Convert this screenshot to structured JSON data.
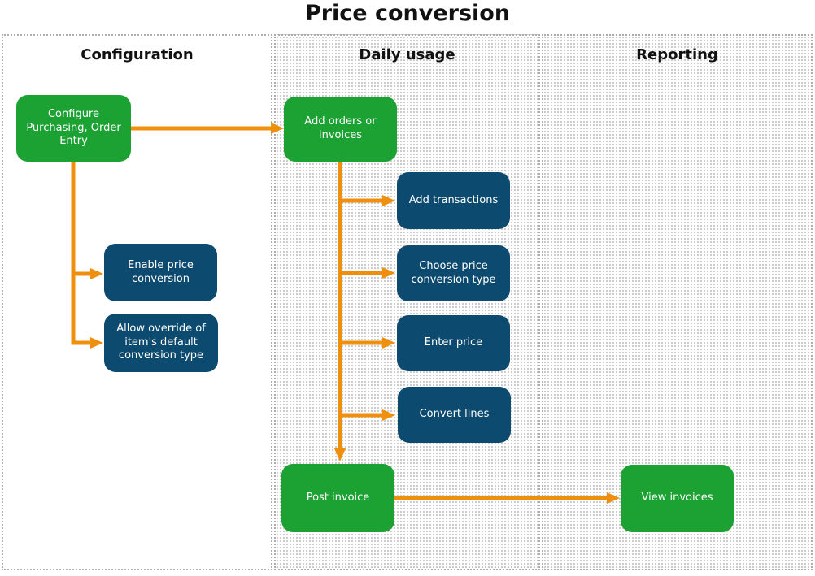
{
  "title": "Price conversion",
  "colors": {
    "green": "#1CA233",
    "navy": "#0D4A6F",
    "orange": "#EE8F0E",
    "lane_border": "#ADADAD",
    "title_text": "#111111",
    "node_text": "#FFFFFF"
  },
  "lanes": [
    {
      "id": "configuration",
      "label": "Configuration"
    },
    {
      "id": "daily-usage",
      "label": "Daily usage"
    },
    {
      "id": "reporting",
      "label": "Reporting"
    }
  ],
  "nodes": [
    {
      "id": "configure-purchasing-order-entry",
      "label": "Configure Purchasing, Order Entry",
      "color": "green",
      "lane": "configuration"
    },
    {
      "id": "enable-price-conversion",
      "label": "Enable price conversion",
      "color": "navy",
      "lane": "configuration"
    },
    {
      "id": "allow-override-default-conversion-type",
      "label": "Allow override of item's default conversion type",
      "color": "navy",
      "lane": "configuration"
    },
    {
      "id": "add-orders-or-invoices",
      "label": "Add orders or invoices",
      "color": "green",
      "lane": "daily-usage"
    },
    {
      "id": "add-transactions",
      "label": "Add transactions",
      "color": "navy",
      "lane": "daily-usage"
    },
    {
      "id": "choose-price-conversion-type",
      "label": "Choose price conversion type",
      "color": "navy",
      "lane": "daily-usage"
    },
    {
      "id": "enter-price",
      "label": "Enter price",
      "color": "navy",
      "lane": "daily-usage"
    },
    {
      "id": "convert-lines",
      "label": "Convert lines",
      "color": "navy",
      "lane": "daily-usage"
    },
    {
      "id": "post-invoice",
      "label": "Post invoice",
      "color": "green",
      "lane": "daily-usage"
    },
    {
      "id": "view-invoices",
      "label": "View invoices",
      "color": "green",
      "lane": "reporting"
    }
  ],
  "edges": [
    {
      "from": "configure-purchasing-order-entry",
      "to": "add-orders-or-invoices"
    },
    {
      "from": "configure-purchasing-order-entry",
      "to": "enable-price-conversion"
    },
    {
      "from": "configure-purchasing-order-entry",
      "to": "allow-override-default-conversion-type"
    },
    {
      "from": "add-orders-or-invoices",
      "to": "add-transactions"
    },
    {
      "from": "add-orders-or-invoices",
      "to": "choose-price-conversion-type"
    },
    {
      "from": "add-orders-or-invoices",
      "to": "enter-price"
    },
    {
      "from": "add-orders-or-invoices",
      "to": "convert-lines"
    },
    {
      "from": "add-orders-or-invoices",
      "to": "post-invoice"
    },
    {
      "from": "post-invoice",
      "to": "view-invoices"
    }
  ]
}
